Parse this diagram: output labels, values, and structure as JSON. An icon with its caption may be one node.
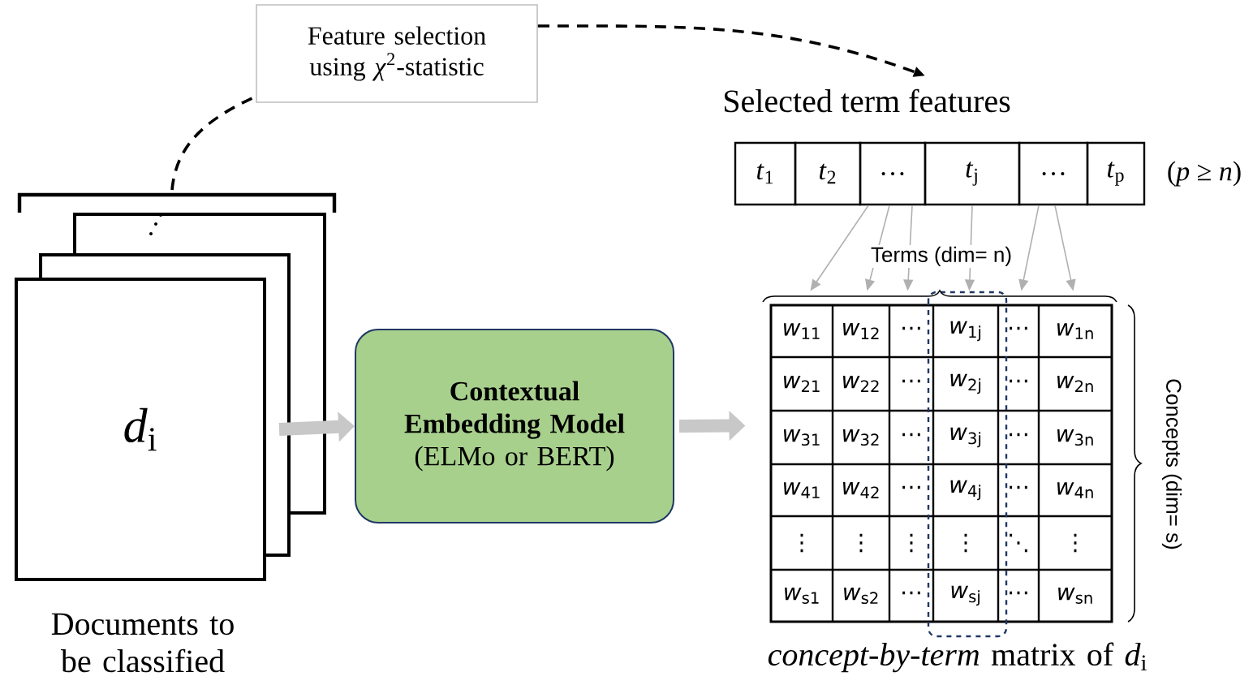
{
  "diagram": {
    "nodes": [
      {
        "text": [
          "Feature selection using *χ*$^{2}$-statistic"
        ]
      },
      {
        "text": [
          "*d*$_{i}$"
        ],
        "beside": [
          "Documents to be classified"
        ]
      },
      {
        "text": [
          "Contextual Embedding Model",
          "(ELMo or BERT)"
        ]
      },
      {
        "text": [
          "Selected term features"
        ]
      },
      {
        "text": [
          "*t*$_{1}$"
        ]
      },
      {
        "text": [
          "*t*$_{2}$"
        ]
      },
      {
        "text": [
          "…"
        ]
      },
      {
        "text": [
          "*t*$_{j}$"
        ]
      },
      {
        "text": [
          "…"
        ]
      },
      {
        "text": [
          "*t*$_{p}$"
        ]
      },
      {
        "text": [],
        "shape": "box",
        "beside": [
          "*concept-by-term* matrix of *d*$_{i}$"
        ]
      }
    ],
    "edges": [
      {
        "from": 1,
        "to": 0,
        "arrow": "none",
        "style": "dashed",
        "color": "#000000"
      },
      {
        "from": 0,
        "to": 3,
        "arrow": "to",
        "style": "dashed",
        "color": "#000000"
      },
      {
        "from": 1,
        "to": 2,
        "arrow": "to",
        "style": "thick",
        "color": "#c8c8c8"
      },
      {
        "from": 2,
        "to": 10,
        "arrow": "to",
        "style": "thick",
        "color": "#c8c8c8"
      },
      {
        "from": 6,
        "to": 10,
        "arrow": "to",
        "color": "#b0b0b0"
      },
      {
        "from": 6,
        "to": 10,
        "arrow": "to",
        "color": "#b0b0b0"
      },
      {
        "from": 6,
        "to": 10,
        "arrow": "to",
        "color": "#b0b0b0"
      },
      {
        "from": 7,
        "to": 10,
        "arrow": "to",
        "color": "#b0b0b0"
      },
      {
        "from": 8,
        "to": 10,
        "arrow": "to",
        "color": "#b0b0b0"
      },
      {
        "from": 8,
        "to": 10,
        "arrow": "to",
        "color": "#b0b0b0"
      }
    ],
    "labels": [
      "(*p* ≥ *n*)",
      "Terms (dim= n)",
      "Concepts (dim= s)",
      "*w*$_{11}$",
      "*w*$_{12}$",
      "⋯",
      "*w*$_{1j}$",
      "⋯",
      "*w*$_{1n}$",
      "*w*$_{21}$",
      "*w*$_{22}$",
      "⋯",
      "*w*$_{2j}$",
      "⋯",
      "*w*$_{2n}$",
      "*w*$_{31}$",
      "*w*$_{32}$",
      "⋯",
      "*w*$_{3j}$",
      "⋯",
      "*w*$_{3n}$",
      "*w*$_{41}$",
      "*w*$_{42}$",
      "⋯",
      "*w*$_{4j}$",
      "⋯",
      "*w*$_{4n}$",
      "⋮",
      "⋮",
      "⋮",
      "⋮",
      "⋱",
      "⋮",
      "*w*$_{s1}$",
      "*w*$_{s2}$",
      "⋯",
      "*w*$_{sj}$",
      "⋯",
      "*w*$_{sn}$"
    ]
  }
}
